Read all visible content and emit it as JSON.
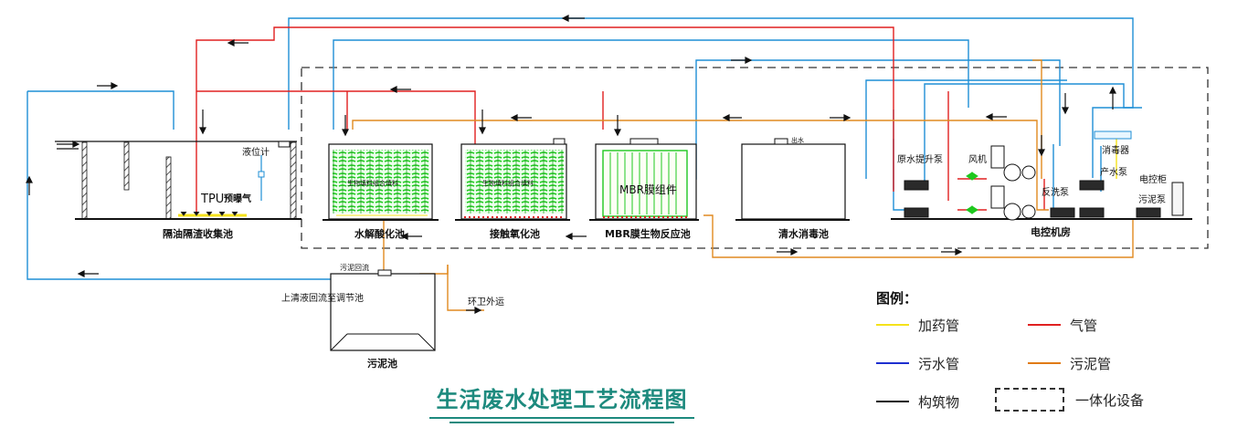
{
  "diagram": {
    "title": "生活废水处理工艺流程图",
    "tanks": {
      "grease_trap": "隔油隔渣收集池",
      "hydrolysis": "水解酸化池",
      "contact_oxidation": "接触氧化池",
      "mbr": "MBR膜生物反应池",
      "clear_water": "清水消毒池",
      "control_room": "电控机房",
      "sludge": "污泥池"
    },
    "labels": {
      "level_gauge": "液位计",
      "tpu": "TPU",
      "pre_aeration": "预曝气",
      "media1": "生物填料组合填料",
      "media2": "生物填料组合填料",
      "mbr_module": "MBR膜组件",
      "lift_pump": "原水提升泵",
      "blower": "风机",
      "backwash_pump": "反洗泵",
      "product_pump": "产水泵",
      "disinfector": "消毒器",
      "control_cabinet": "电控柜",
      "sludge_pump": "污泥泵",
      "sludge_return": "污泥回流",
      "supernatant": "上清液回流至调节池",
      "sanitation": "环卫外运",
      "outlet": "出水"
    }
  },
  "legend": {
    "title": "图例：",
    "items": [
      {
        "label": "加药管",
        "color": "#f5e21a"
      },
      {
        "label": "气管",
        "color": "#e02020"
      },
      {
        "label": "污水管",
        "color": "#1e2fd0"
      },
      {
        "label": "污泥管",
        "color": "#e07a10"
      },
      {
        "label": "构筑物",
        "color": "#111111"
      },
      {
        "label": "一体化设备",
        "color": "#333333"
      }
    ]
  },
  "colors": {
    "sewage": "#1f8fd6",
    "air": "#e02020",
    "sludge": "#e08a20",
    "dosing": "#f5e21a",
    "structure": "#111111",
    "media": "#1ec81e",
    "title": "#1d8a7e"
  }
}
